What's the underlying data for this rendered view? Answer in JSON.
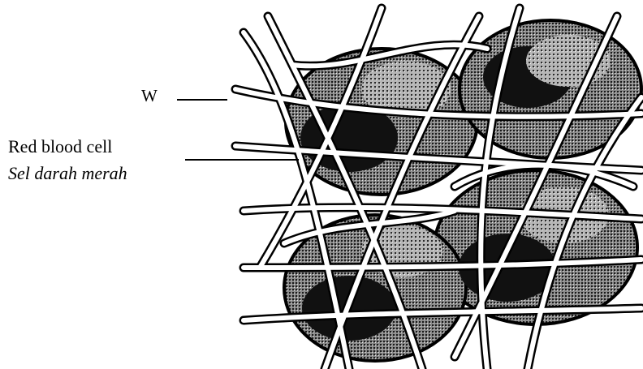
{
  "labels": {
    "w": "W",
    "red_blood_cell": "Red blood cell",
    "red_blood_cell_malay": "Sel darah merah"
  }
}
